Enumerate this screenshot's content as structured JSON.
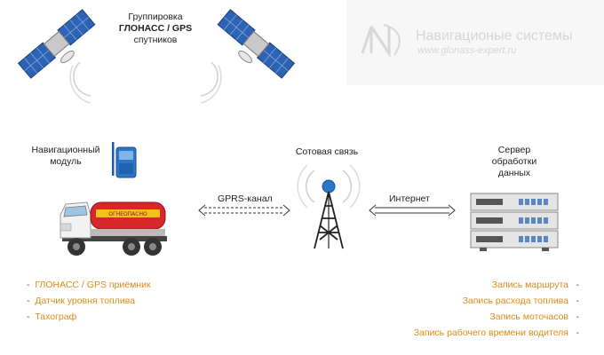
{
  "satellites": {
    "line1": "Группировка",
    "line2": "ГЛОНАСС / GPS",
    "line3": "спутников"
  },
  "watermark": {
    "title": "Навигационые системы",
    "url": "www.glonass-expert.ru"
  },
  "nav_module": {
    "line1": "Навигационный",
    "line2": "модуль"
  },
  "cellular": {
    "label": "Сотовая связь"
  },
  "server": {
    "line1": "Сервер",
    "line2": "обработки",
    "line3": "данных"
  },
  "connections": {
    "gprs": "GPRS-канал",
    "internet": "Интернет"
  },
  "truck": {
    "tank_text": "ОГНЕОПАСНО"
  },
  "left_list": [
    "ГЛОНАСС / GPS приёмник",
    "Датчик уровня топлива",
    "Тахограф"
  ],
  "right_list": [
    "Запись маршрута",
    "Запись расхода топлива",
    "Запись моточасов",
    "Запись рабочего времени водителя"
  ],
  "colors": {
    "accent": "#e08a18",
    "tank_red": "#d8262a",
    "tank_yellow": "#f2c21c",
    "satellite_panel": "#2d62b4",
    "device_blue": "#2a77c8"
  }
}
